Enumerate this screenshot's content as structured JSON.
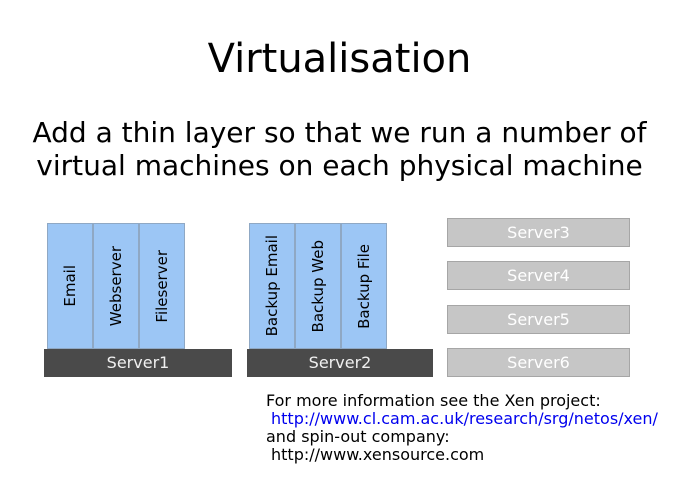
{
  "slide": {
    "title": "Virtualisation",
    "subtitle_line1": "Add a thin layer so that we run a number of",
    "subtitle_line2": "virtual machines on each physical machine"
  },
  "diagram": {
    "physical_servers": [
      {
        "name": "Server1",
        "vms": [
          "Email",
          "Webserver",
          "Fileserver"
        ]
      },
      {
        "name": "Server2",
        "vms": [
          "Backup Email",
          "Backup Web",
          "Backup File"
        ]
      }
    ],
    "idle_servers": [
      "Server3",
      "Server4",
      "Server5",
      "Server6"
    ]
  },
  "footer": {
    "line1": "For more information see the Xen project:",
    "xen_link": "http://www.cl.cam.ac.uk/research/srg/netos/xen/",
    "line3": "and spin-out company:",
    "xensource_link": "http://www.xensource.com"
  },
  "colors": {
    "vm_fill": "#9cc6f5",
    "vm_border": "#8fa8c4",
    "bar_bg": "#4a4a4a",
    "bar_text": "#f0f0f0",
    "idle_fill": "#c6c6c6",
    "idle_border": "#a6a6a6",
    "idle_text": "#ffffff",
    "link_color": "#0000ee",
    "text_color": "#000000"
  }
}
